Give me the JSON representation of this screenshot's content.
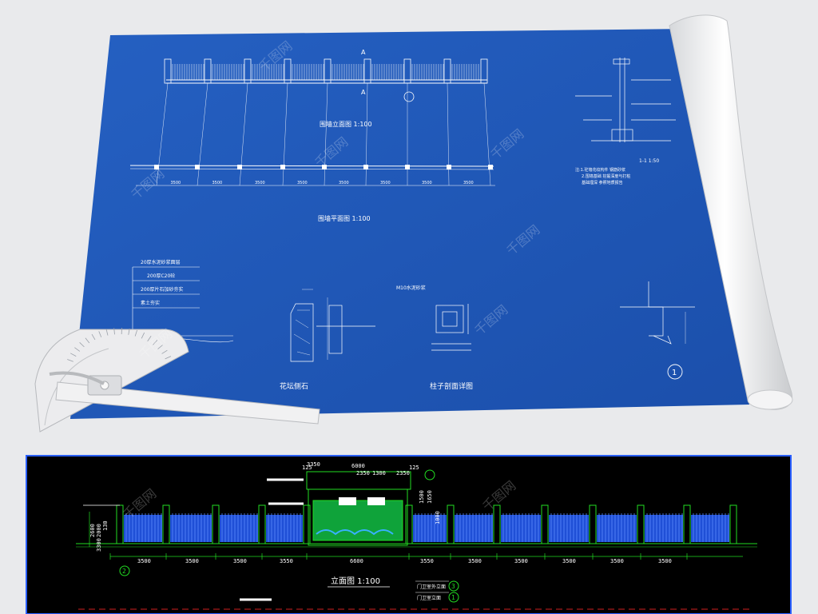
{
  "blueprint": {
    "elevation_title": "围墙立面图 1:100",
    "plan_title": "围墙平面图 1:100",
    "plan_dims": [
      "3500",
      "3500",
      "3500",
      "3500",
      "3500",
      "3500",
      "3500",
      "3500"
    ],
    "section_a": "A",
    "section_mark": "1-1  1:50",
    "notes": [
      "注:1.砼墙花纹构件 钢筋砂浆",
      "2.围墙基础 挖掘深度与打桩",
      "基础埋深 参照地质报告"
    ],
    "layers": [
      "20厚水泥砂浆面层",
      "200厚C20砼",
      "200厚片石加砂夯实",
      "素土夯实"
    ],
    "flowerbed_caption": "花坛侧石",
    "column_caption": "柱子剖面详图",
    "column_mortar": "M10水泥砂浆",
    "circle_mark": "1"
  },
  "cad": {
    "title": "立面图  1:100",
    "top_dims": [
      "6000",
      "2350",
      "1300",
      "2350",
      "125",
      "125",
      "3350"
    ],
    "bottom_dims": [
      "3500",
      "3500",
      "3500",
      "3550",
      "6600",
      "3550",
      "3500",
      "3500",
      "3500",
      "3500",
      "3500"
    ],
    "height_dims": [
      "2600",
      "2000",
      "130",
      "3300",
      "1650",
      "1000",
      "1500"
    ],
    "legend": [
      "门卫室外立面",
      "门卫室立面"
    ],
    "circle_marks": [
      "2",
      "3",
      "1"
    ]
  },
  "watermark": "千图网",
  "colors": {
    "blueprint": "#1f56b6",
    "cad_bg": "#000000",
    "cad_green": "#22dd22",
    "cad_blue": "#2a5fff"
  }
}
